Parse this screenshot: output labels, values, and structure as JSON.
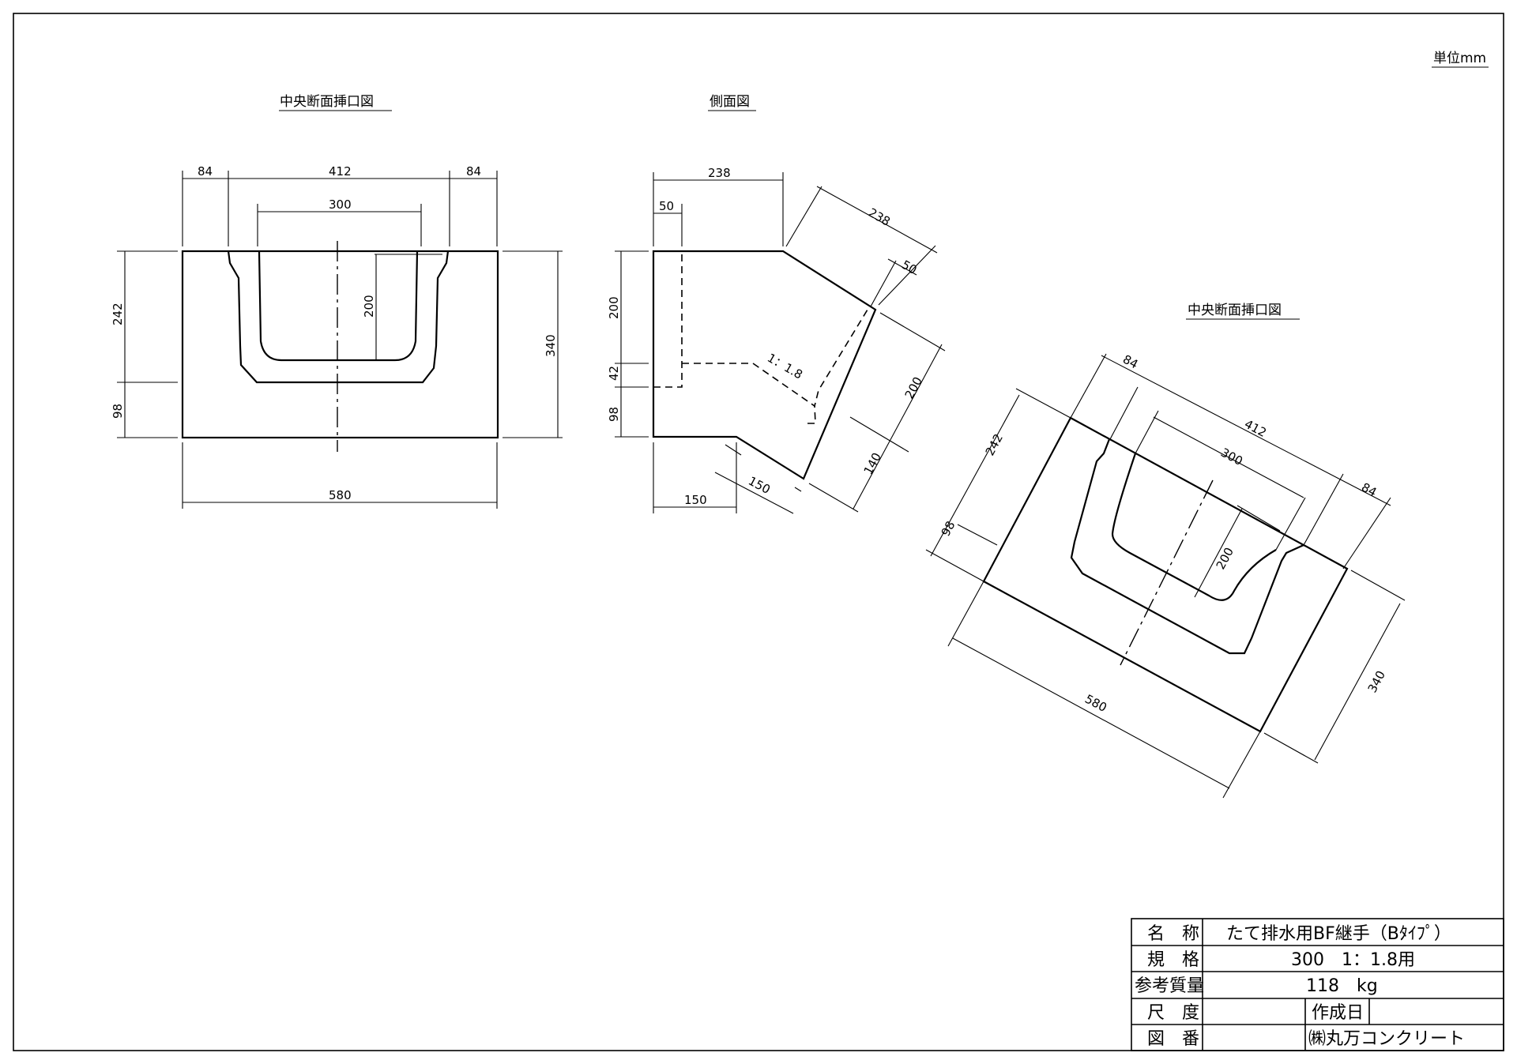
{
  "units": "単位mm",
  "views": {
    "front": {
      "title": "中央断面挿口図",
      "dims": {
        "left_flange": "84",
        "center_width": "412",
        "right_flange": "84",
        "inner_width": "300",
        "depth": "200",
        "upper_height": "242",
        "lower_height": "98",
        "total_height": "340",
        "total_width": "580"
      }
    },
    "side": {
      "title": "側面図",
      "dims": {
        "top_length": "238",
        "top_offset": "50",
        "upper_height": "200",
        "mid_height": "42",
        "lower_height": "98",
        "slope": "1：1.8",
        "bottom_length": "150",
        "bottom_diag": "150",
        "diag_top": "238",
        "diag_offset": "50",
        "diag_height": "200",
        "diag_lower": "140"
      }
    },
    "rotated": {
      "title": "中央断面挿口図",
      "dims": {
        "left_flange": "84",
        "center_width": "412",
        "right_flange": "84",
        "inner_width": "300",
        "depth": "200",
        "upper_height": "242",
        "lower_height": "98",
        "total_height": "340",
        "total_width": "580"
      }
    }
  },
  "title_block": {
    "name_label": "名　称",
    "name_value": "たて排水用BF継手（Bﾀｲﾌﾟ）",
    "spec_label": "規　格",
    "spec_value": "300　1：1.8用",
    "weight_label": "参考質量",
    "weight_value": "118　kg",
    "scale_label": "尺　度",
    "scale_value": "",
    "date_label": "作成日",
    "date_value": "",
    "drawing_no_label": "図　番",
    "company": "㈱丸万コンクリート"
  }
}
